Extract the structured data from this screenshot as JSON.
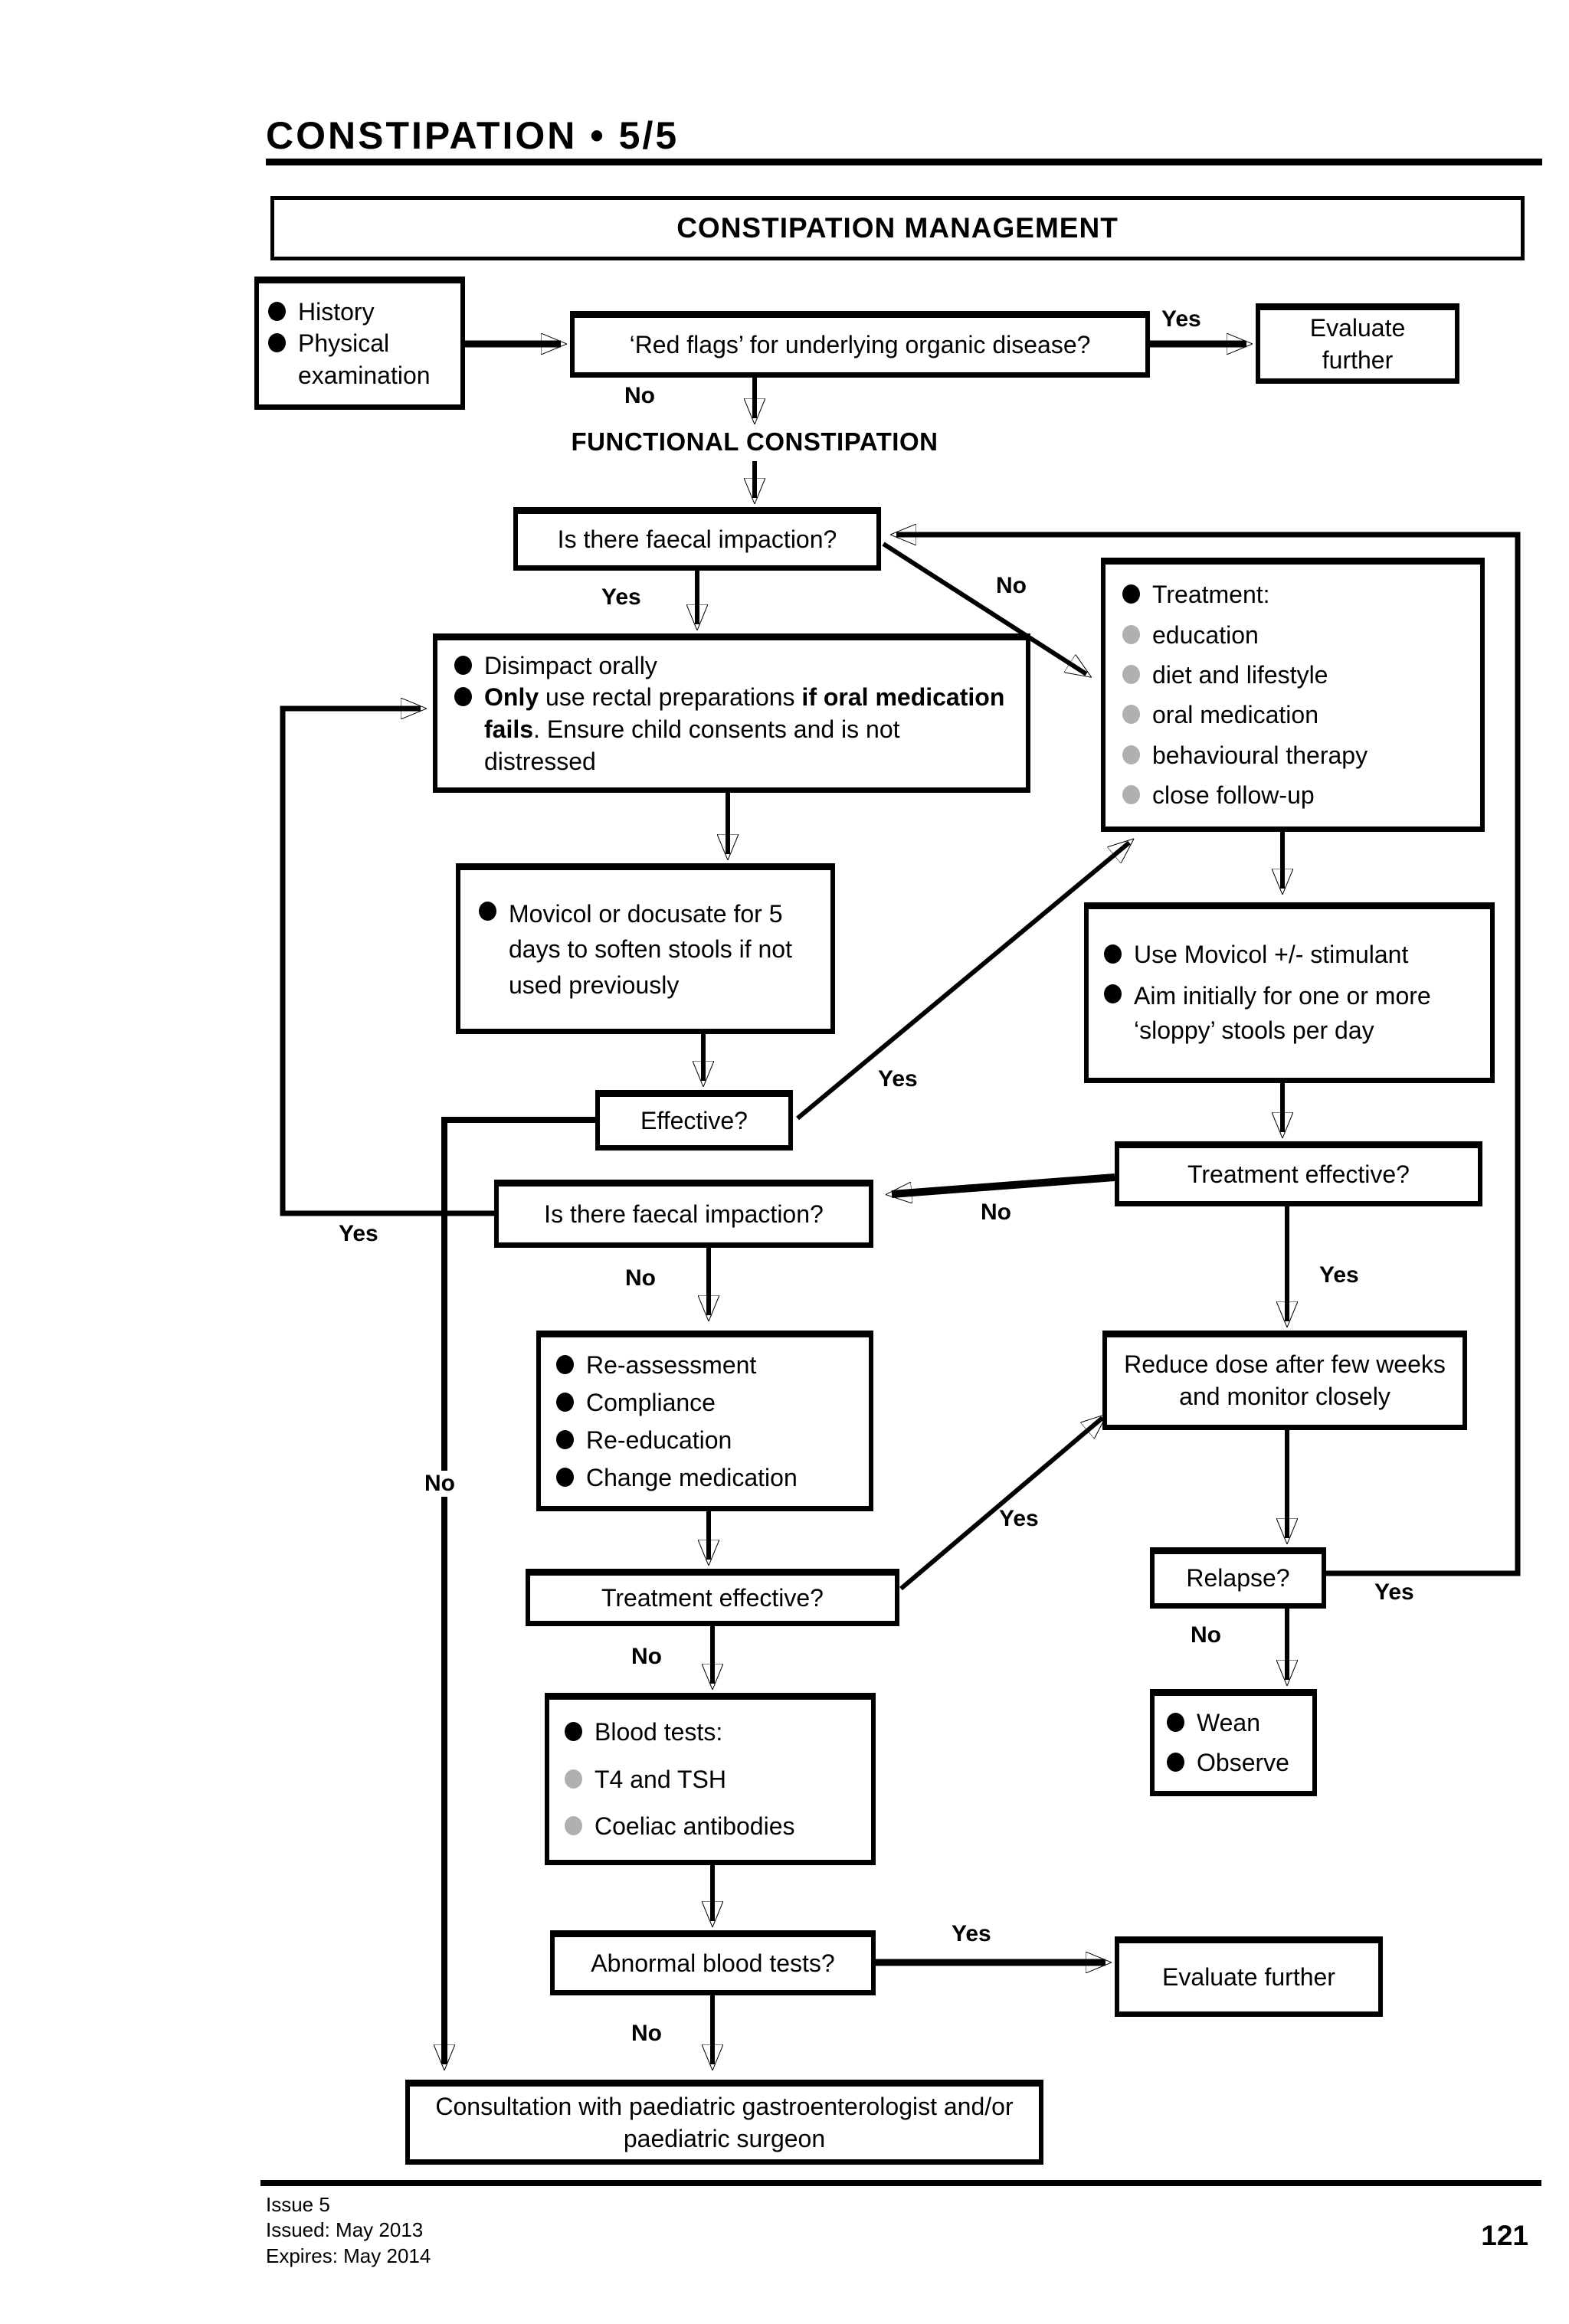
{
  "header": {
    "page_title": "CONSTIPATION • 5/5",
    "banner": "CONSTIPATION MANAGEMENT"
  },
  "flow": {
    "history": {
      "item1": "History",
      "item2": "Physical examination"
    },
    "red_flags": "‘Red flags’ for underlying organic disease?",
    "evaluate_further_top": "Evaluate further",
    "functional": "FUNCTIONAL CONSTIPATION",
    "faecal_impaction_1": "Is there faecal impaction?",
    "treatment": {
      "lead": "Treatment:",
      "item1": "education",
      "item2": "diet and lifestyle",
      "item3": "oral medication",
      "item4": "behavioural therapy",
      "item5": "close follow-up"
    },
    "disimpact": {
      "item1": "Disimpact orally",
      "item2_bold1": "Only",
      "item2_text1": " use rectal preparations ",
      "item2_bold2": "if oral medication fails",
      "item2_text2": ". Ensure child consents and is not distressed"
    },
    "movicol": "Movicol or docusate for 5 days to soften stools if not used previously",
    "use_movicol": {
      "item1": "Use Movicol +/- stimulant",
      "item2": "Aim initially for one or more ‘sloppy’ stools per day"
    },
    "effective": "Effective?",
    "treatment_effective_right": "Treatment effective?",
    "faecal_impaction_2": "Is there faecal impaction?",
    "reassessment": {
      "item1": "Re-assessment",
      "item2": "Compliance",
      "item3": "Re-education",
      "item4": "Change medication"
    },
    "reduce_dose": "Reduce dose after few weeks and monitor closely",
    "treatment_effective_mid": "Treatment effective?",
    "relapse": "Relapse?",
    "blood_tests": {
      "lead": "Blood tests:",
      "item1": "T4 and TSH",
      "item2": "Coeliac antibodies"
    },
    "wean": {
      "item1": "Wean",
      "item2": "Observe"
    },
    "abnormal_blood": "Abnormal blood tests?",
    "evaluate_further_bottom": "Evaluate further",
    "consultation": "Consultation with paediatric gastroenterologist and/or paediatric surgeon"
  },
  "labels": {
    "yes": "Yes",
    "no": "No"
  },
  "footer": {
    "issue": "Issue 5",
    "issued": "Issued: May 2013",
    "expires": "Expires: May 2014",
    "page_number": "121"
  },
  "colors": {
    "ink": "#000000",
    "sub_bullet": "#b0b0b0",
    "paper": "#ffffff"
  }
}
